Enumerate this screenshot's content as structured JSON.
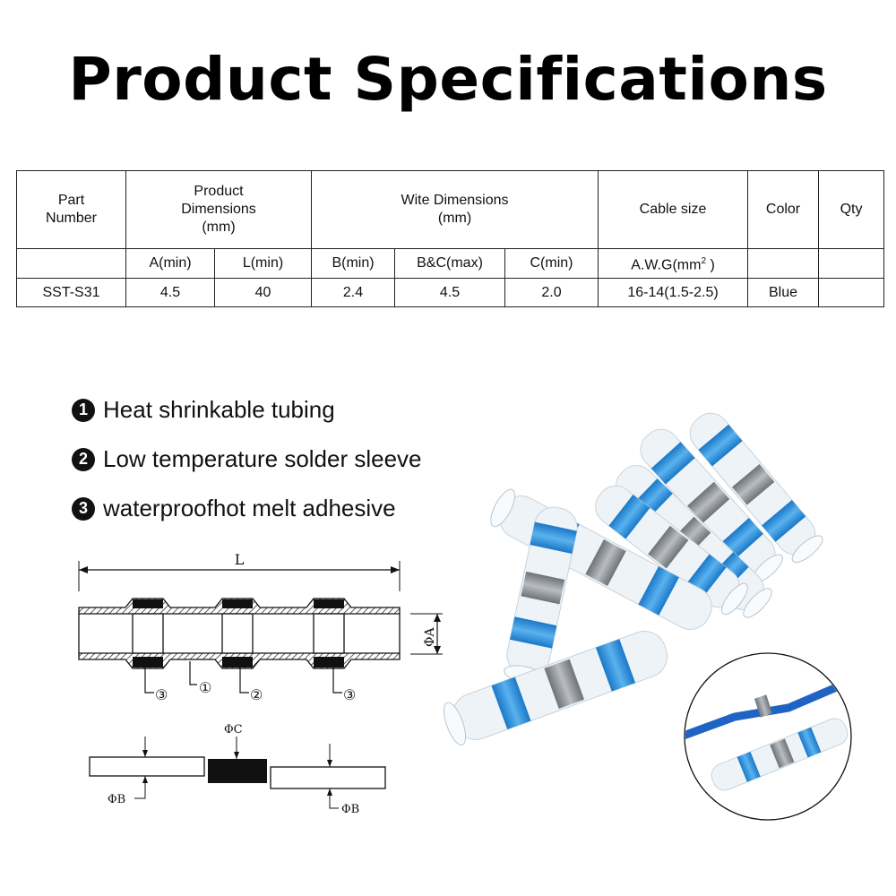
{
  "title": "Product Specifications",
  "table": {
    "part_number_header": "Part Number",
    "product_dim_header": "Product Dimensions (mm)",
    "wire_dim_header": "Wite Dimensions (mm)",
    "cable_size_header": "Cable size",
    "color_header": "Color",
    "qty_header": "Qty",
    "sub": {
      "a_min": "A(min)",
      "l_min": "L(min)",
      "b_min": "B(min)",
      "bc_max": "B&C(max)",
      "c_min": "C(min)",
      "awg_prefix": "A.W.G(mm",
      "awg_sup": "2",
      "awg_suffix": " )"
    },
    "row": {
      "part": "SST-S31",
      "a": "4.5",
      "l": "40",
      "b": "2.4",
      "bc": "4.5",
      "c": "2.0",
      "cable": "16-14(1.5-2.5)",
      "color": "Blue",
      "qty": ""
    }
  },
  "features": [
    {
      "num": "1",
      "text": "Heat shrinkable tubing"
    },
    {
      "num": "2",
      "text": "Low temperature solder sleeve"
    },
    {
      "num": "3",
      "text": "waterproofhot melt adhesive"
    }
  ],
  "diagram": {
    "length_label": "L",
    "diameter_a_label": "ΦA",
    "diameter_c_label": "ΦC",
    "diameter_b_left_label": "ΦB",
    "diameter_b_right_label": "ΦB",
    "callout_1": "①",
    "callout_2": "②",
    "callout_3_left": "③",
    "callout_3_right": "③"
  },
  "colors": {
    "sleeve_blue": "#2a8fd8",
    "solder_grey": "#8b8f94",
    "wire_blue": "#1f63c4",
    "tube_clear": "#eef3f7"
  }
}
